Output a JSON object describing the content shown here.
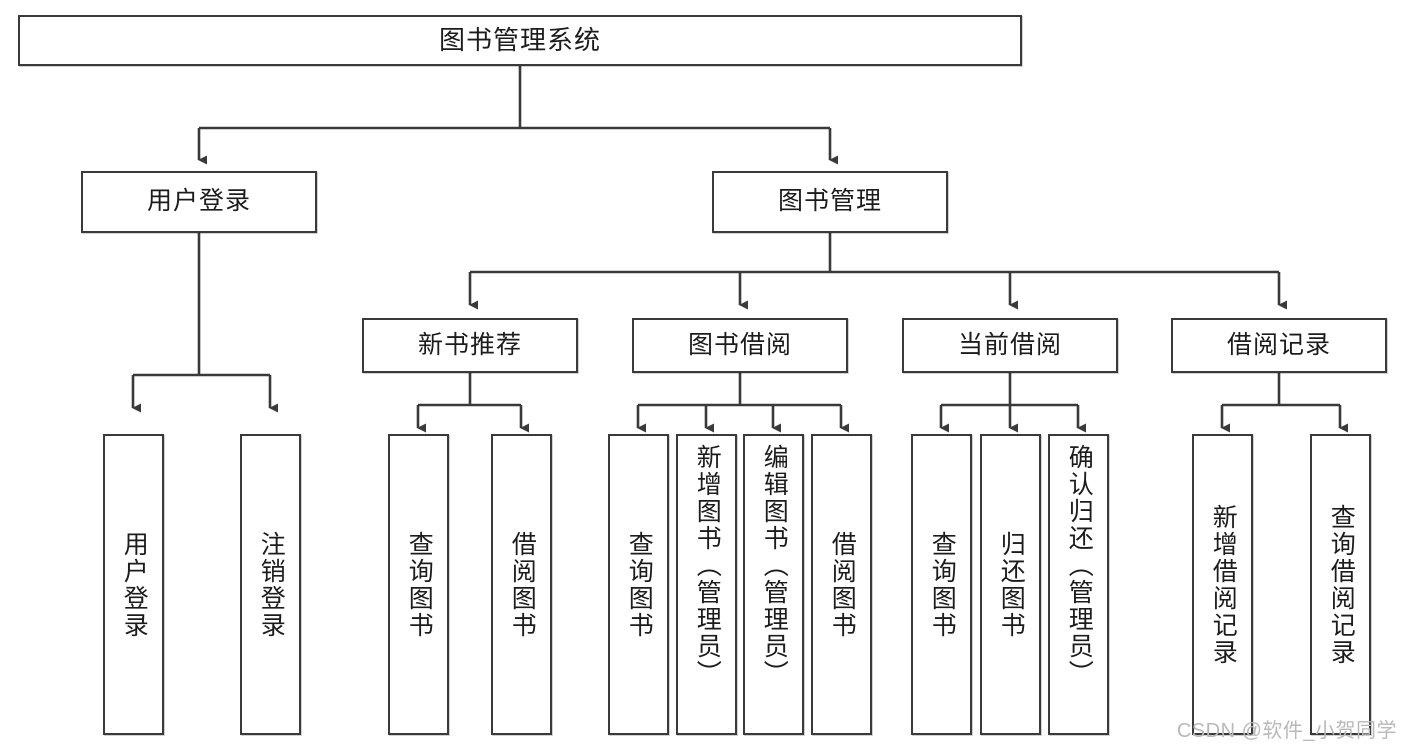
{
  "diagram": {
    "type": "tree",
    "title": "图书管理系统",
    "watermark": "CSDN @软件_小贺同学",
    "colors": {
      "box_border": "#3a3a3a",
      "box_fill": "#ffffff",
      "connector": "#3a3a3a",
      "text": "#1c1c1c",
      "watermark": "#b9b9b9"
    },
    "levels": {
      "root": {
        "label": "图书管理系统"
      },
      "level2": [
        {
          "label": "用户登录"
        },
        {
          "label": "图书管理"
        }
      ],
      "level3": [
        {
          "label": "新书推荐"
        },
        {
          "label": "图书借阅"
        },
        {
          "label": "当前借阅"
        },
        {
          "label": "借阅记录"
        }
      ],
      "leaves": {
        "user_login": [
          {
            "label": "用户登录"
          },
          {
            "label": "注销登录"
          }
        ],
        "new_book_recommend": [
          {
            "label": "查询图书"
          },
          {
            "label": "借阅图书"
          }
        ],
        "book_borrow": [
          {
            "label": "查询图书"
          },
          {
            "label": "新增图书（管理员）"
          },
          {
            "label": "编辑图书（管理员）"
          },
          {
            "label": "借阅图书"
          }
        ],
        "current_borrow": [
          {
            "label": "查询图书"
          },
          {
            "label": "归还图书"
          },
          {
            "label": "确认归还（管理员）"
          }
        ],
        "borrow_records": [
          {
            "label": "新增借阅记录"
          },
          {
            "label": "查询借阅记录"
          }
        ]
      }
    }
  }
}
